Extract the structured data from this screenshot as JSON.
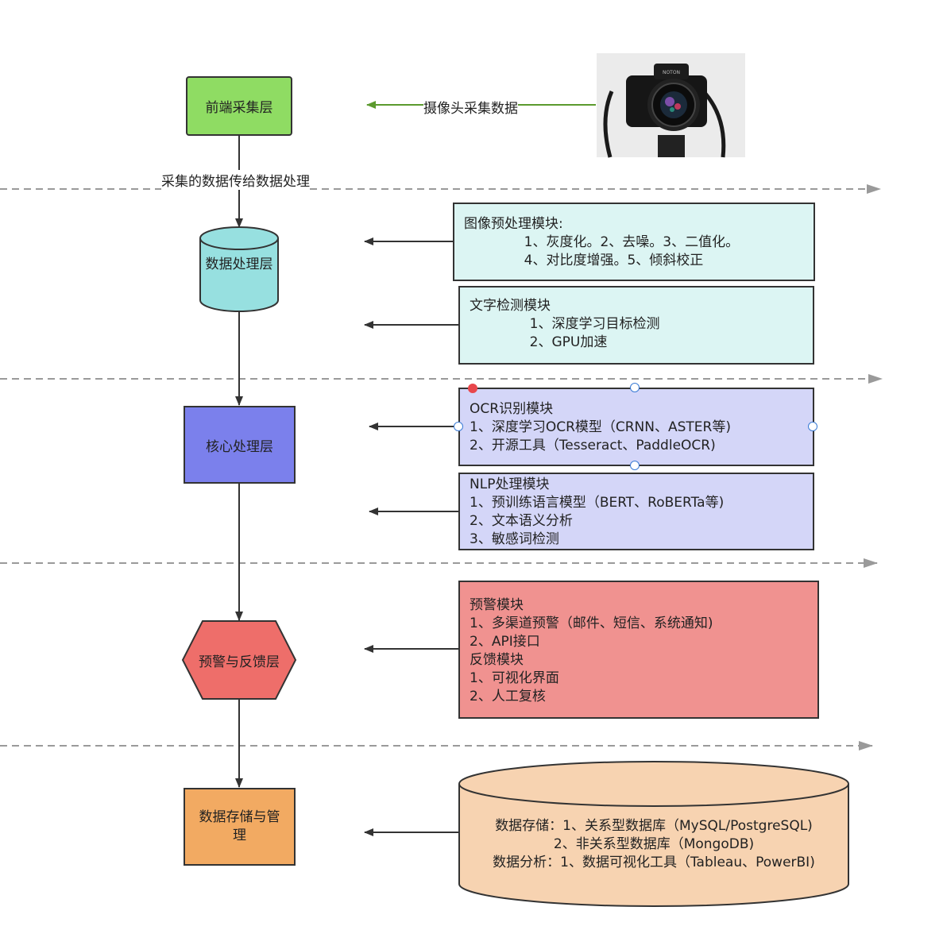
{
  "layers": {
    "frontend": "前端采集层",
    "processing": "数据处理层",
    "core": "核心处理层",
    "alert": "预警与反馈层",
    "storage": "数据存储与管\n理"
  },
  "edge_labels": {
    "camera": "摄像头采集数据",
    "transfer": "采集的数据传给数据处理"
  },
  "modules": {
    "preprocess": "图像预处理模块:\n              1、灰度化。2、去噪。3、二值化。\n              4、对比度增强。5、倾斜校正",
    "text_detect": "文字检测模块\n              1、深度学习目标检测\n              2、GPU加速",
    "ocr": "OCR识别模块\n1、深度学习OCR模型（CRNN、ASTER等)\n2、开源工具（Tesseract、PaddleOCR)",
    "nlp": "NLP处理模块\n1、预训练语言模型（BERT、RoBERTa等)\n2、文本语义分析\n3、敏感词检测",
    "alert": "预警模块\n1、多渠道预警（邮件、短信、系统通知)\n2、API接口\n反馈模块\n1、可视化界面\n2、人工复核",
    "storage": "数据存储：1、关系型数据库（MySQL/PostgreSQL)\n2、非关系型数据库（MongoDB)\n数据分析：1、数据可视化工具（Tableau、PowerBI)"
  },
  "colors": {
    "frontend": "#8fdc63",
    "processing": "#97e0e0",
    "core": "#7b80ec",
    "alert": "#ee6e6a",
    "storage": "#f2aa62",
    "module_cyan": "#dcf5f3",
    "module_lavender": "#d4d6f8",
    "module_red": "#f09290",
    "module_peach": "#f7d3b1",
    "camera_arrow": "#5b9a2e"
  },
  "icons": {
    "camera": "camera-photo-icon"
  }
}
